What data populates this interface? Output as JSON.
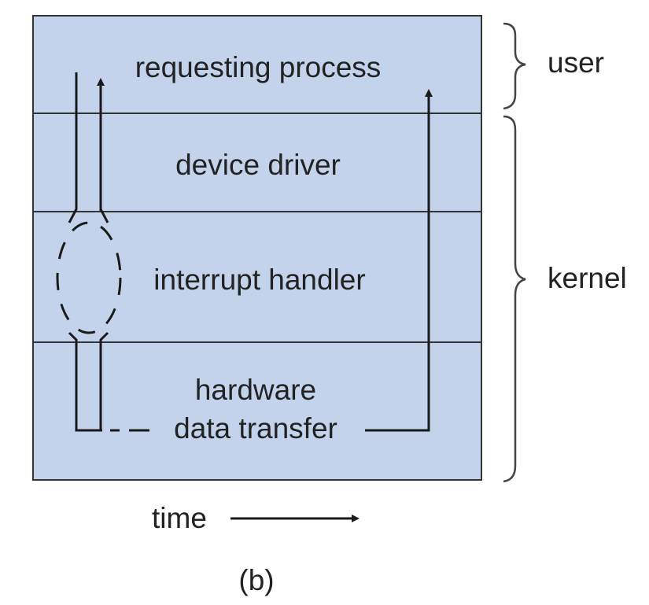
{
  "layers": [
    {
      "label": "requesting process"
    },
    {
      "label": "device driver"
    },
    {
      "label": "interrupt handler"
    },
    {
      "label": "hardware"
    }
  ],
  "data_transfer_label": "data transfer",
  "domains": {
    "user": "user",
    "kernel": "kernel"
  },
  "time_label": "time",
  "caption": "(b)",
  "colors": {
    "layer_fill": "#c3d3ec",
    "line": "#1a1a1a",
    "text": "#222222"
  }
}
